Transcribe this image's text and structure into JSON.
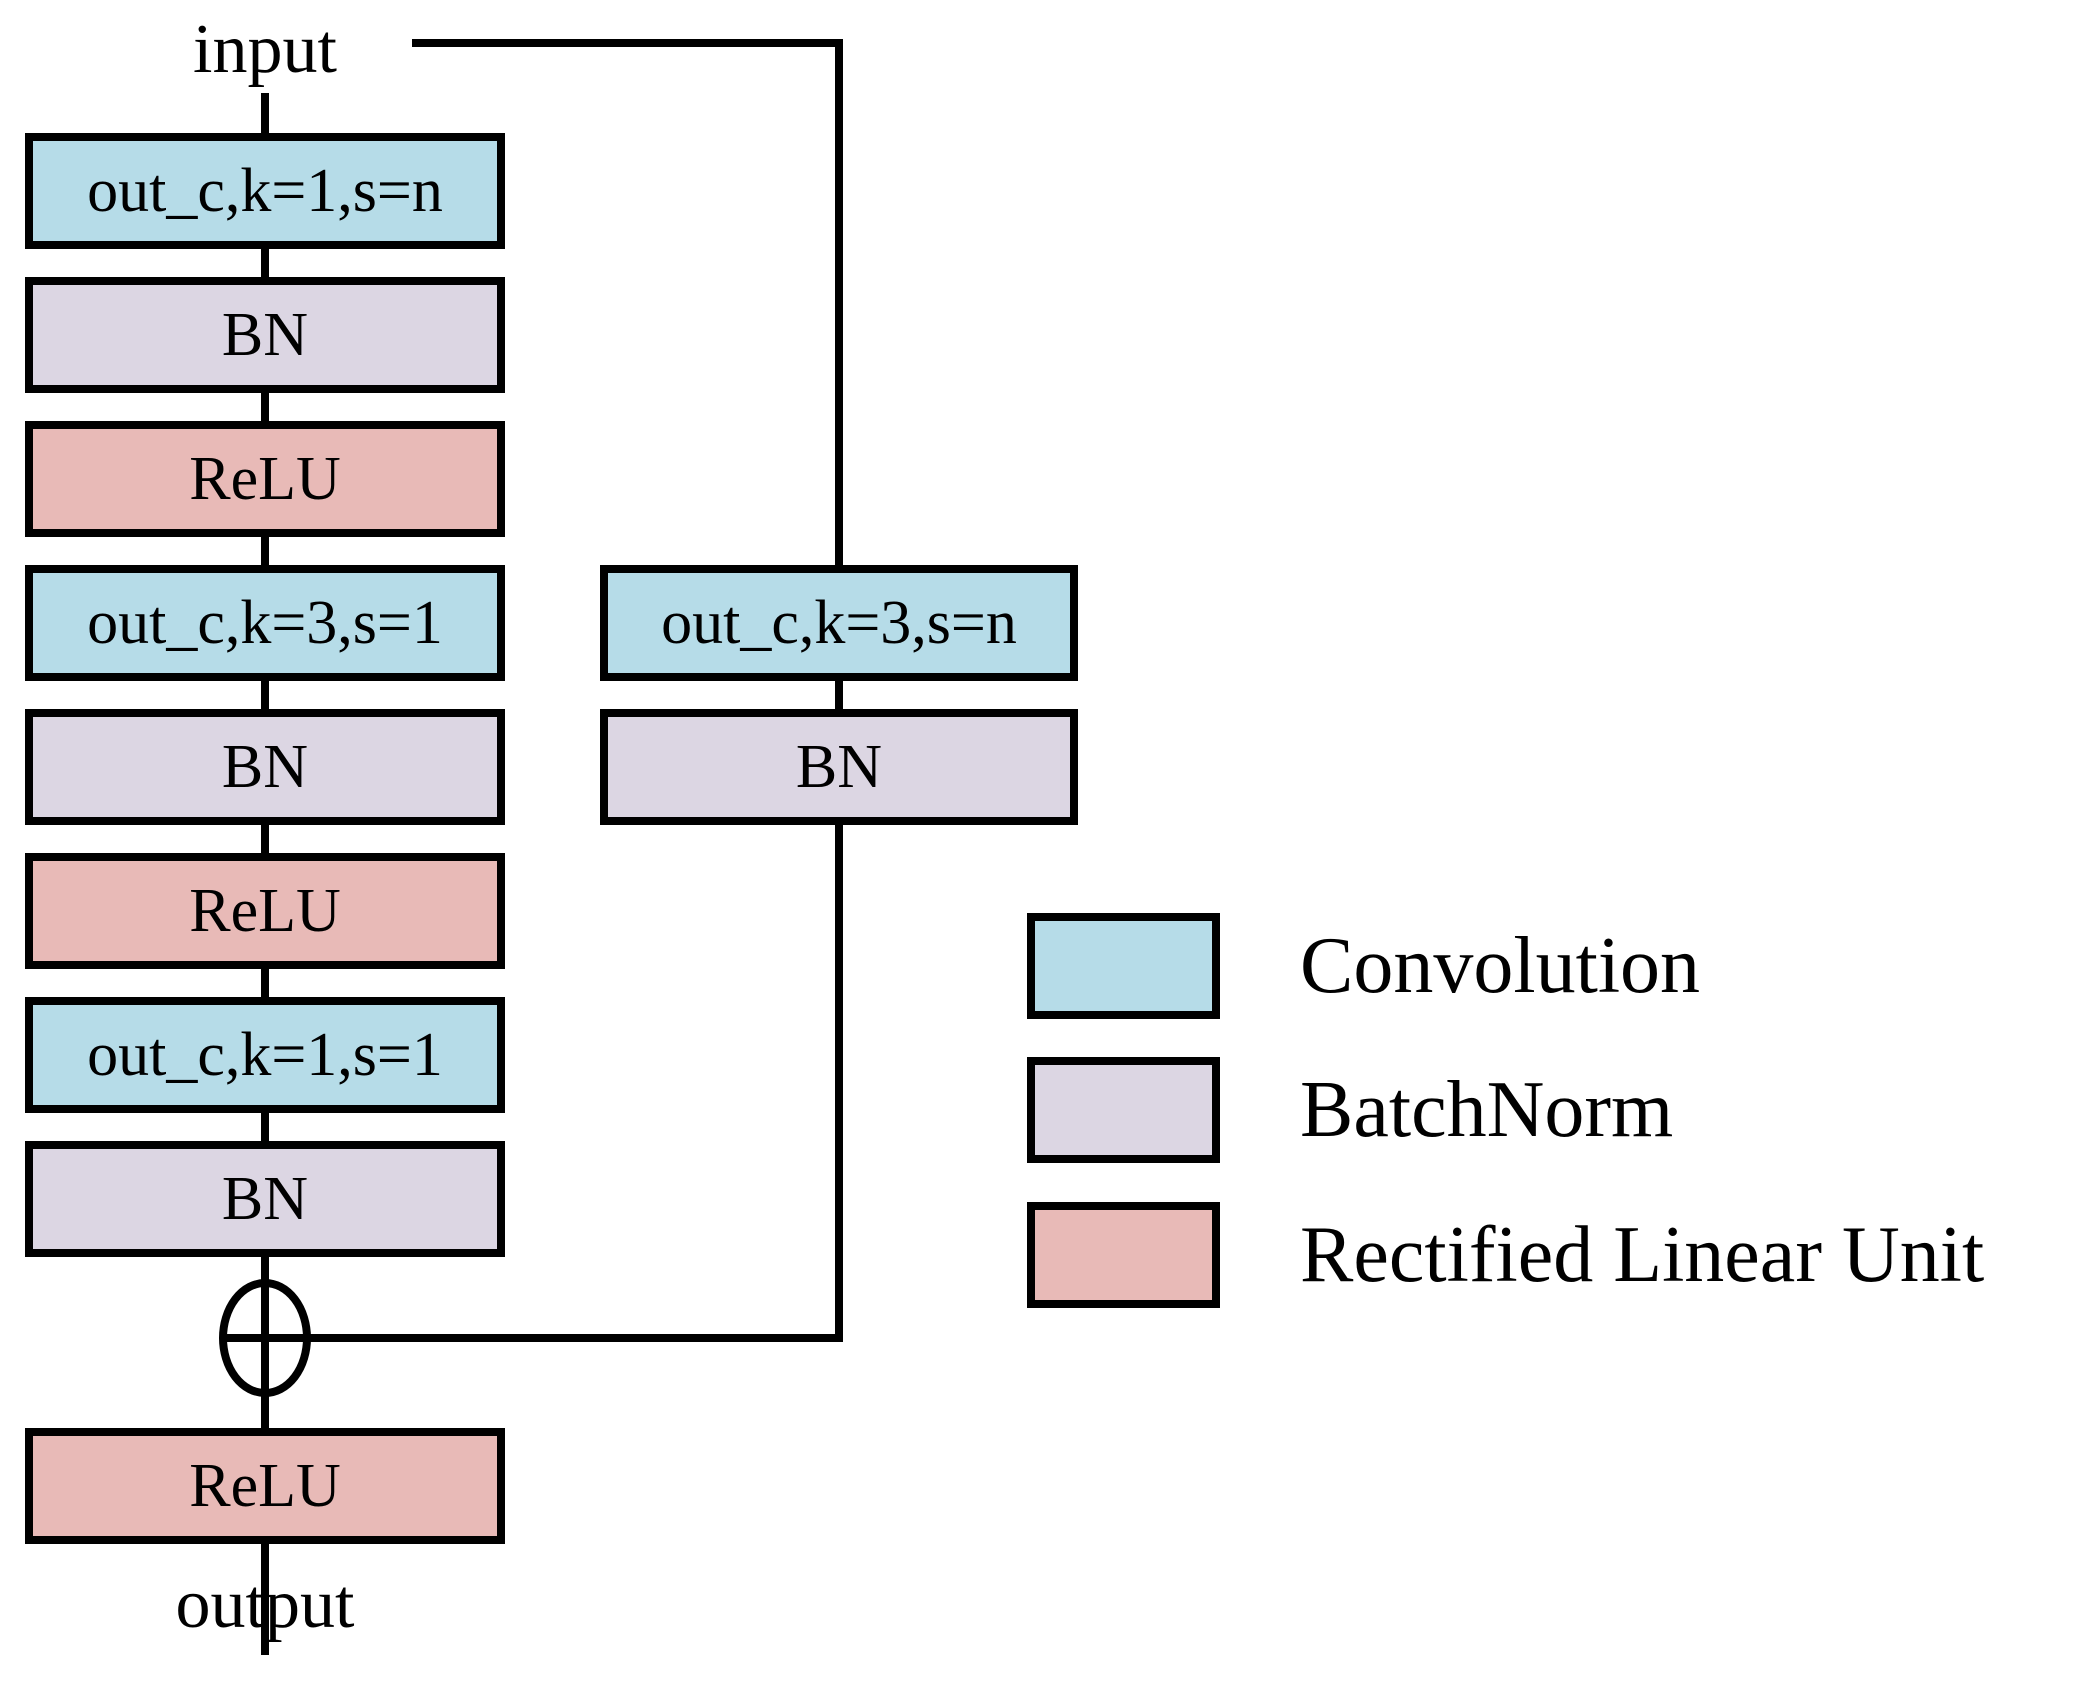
{
  "diagram": {
    "input_label": "input",
    "output_label": "output",
    "main_branch": [
      {
        "label": "out_c,k=1,s=n",
        "type": "conv"
      },
      {
        "label": "BN",
        "type": "bn"
      },
      {
        "label": "ReLU",
        "type": "relu"
      },
      {
        "label": "out_c,k=3,s=1",
        "type": "conv"
      },
      {
        "label": "BN",
        "type": "bn"
      },
      {
        "label": "ReLU",
        "type": "relu"
      },
      {
        "label": "out_c,k=1,s=1",
        "type": "conv"
      },
      {
        "label": "BN",
        "type": "bn"
      }
    ],
    "skip_branch": [
      {
        "label": "out_c,k=3,s=n",
        "type": "conv"
      },
      {
        "label": "BN",
        "type": "bn"
      }
    ],
    "post_add_branch": [
      {
        "label": "ReLU",
        "type": "relu"
      }
    ],
    "add_symbol": "⊕"
  },
  "legend": {
    "items": [
      {
        "type": "conv",
        "label": "Convolution",
        "color": "#b6dce8"
      },
      {
        "type": "bn",
        "label": "BatchNorm",
        "color": "#dcd6e3"
      },
      {
        "type": "relu",
        "label": "Rectified Linear Unit",
        "color": "#e8bab7"
      }
    ]
  },
  "colors": {
    "line": "#000000",
    "background": "#ffffff"
  }
}
